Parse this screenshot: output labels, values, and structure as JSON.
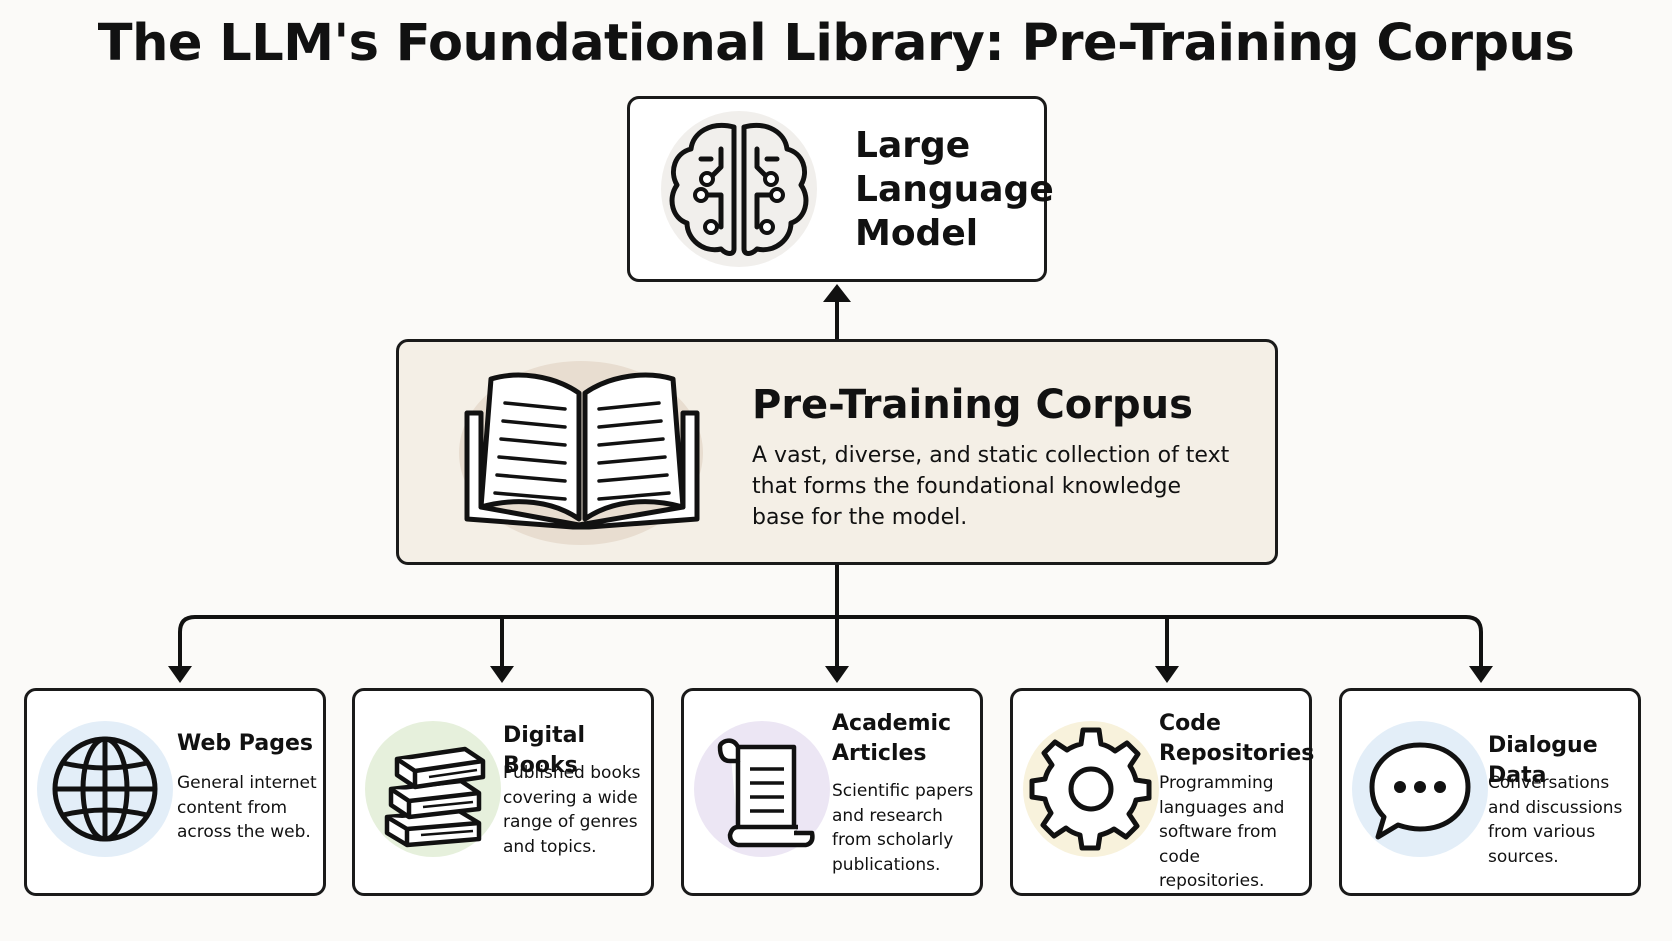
{
  "title": "The LLM's Foundational Library: Pre-Training Corpus",
  "model": {
    "lines": [
      "Large",
      "Language",
      "Model"
    ]
  },
  "corpus": {
    "title": "Pre-Training Corpus",
    "description": "A vast, diverse, and static collection of text that forms the foundational knowledge base for the model."
  },
  "sources": [
    {
      "title": "Web Pages",
      "description": "General internet content from across the web.",
      "icon": "globe-icon",
      "accent": "#e3eef8"
    },
    {
      "title": "Digital Books",
      "description": "Published books covering a wide range of genres and topics.",
      "icon": "books-icon",
      "accent": "#e6f0dc"
    },
    {
      "title": "Academic Articles",
      "description": "Scientific papers and research from scholarly publications.",
      "icon": "scroll-icon",
      "accent": "#ece6f4"
    },
    {
      "title": "Code Repositories",
      "description": "Programming languages and software from code repositories.",
      "icon": "gear-icon",
      "accent": "#f8f2dc"
    },
    {
      "title": "Dialogue Data",
      "description": "Conversations and discussions from various sources.",
      "icon": "chat-icon",
      "accent": "#e3eef8"
    }
  ]
}
